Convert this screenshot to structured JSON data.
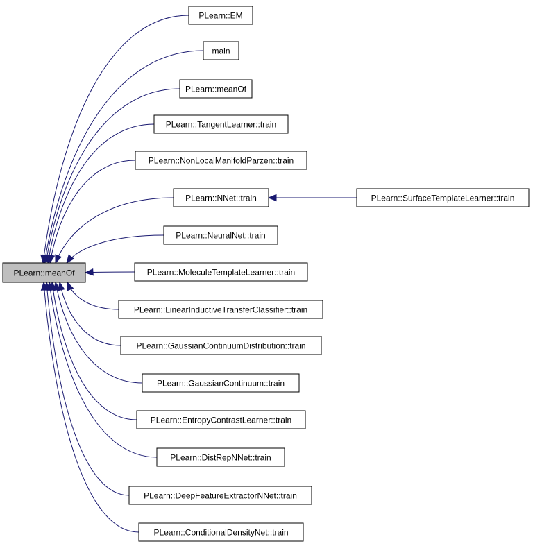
{
  "graph": {
    "root": {
      "label": "PLearn::meanOf"
    },
    "callers": [
      {
        "label": "PLearn::EM"
      },
      {
        "label": "main"
      },
      {
        "label": "PLearn::meanOf"
      },
      {
        "label": "PLearn::TangentLearner::train"
      },
      {
        "label": "PLearn::NonLocalManifoldParzen::train"
      },
      {
        "label": "PLearn::NNet::train"
      },
      {
        "label": "PLearn::NeuralNet::train"
      },
      {
        "label": "PLearn::MoleculeTemplateLearner::train"
      },
      {
        "label": "PLearn::LinearInductiveTransferClassifier::train"
      },
      {
        "label": "PLearn::GaussianContinuumDistribution::train"
      },
      {
        "label": "PLearn::GaussianContinuum::train"
      },
      {
        "label": "PLearn::EntropyContrastLearner::train"
      },
      {
        "label": "PLearn::DistRepNNet::train"
      },
      {
        "label": "PLearn::DeepFeatureExtractorNNet::train"
      },
      {
        "label": "PLearn::ConditionalDensityNet::train"
      }
    ],
    "secondary": [
      {
        "label": "PLearn::SurfaceTemplateLearner::train",
        "calls": "PLearn::NNet::train"
      }
    ],
    "colors": {
      "edge": "#191970",
      "root_fill": "#bfbfbf",
      "node_fill": "#ffffff",
      "node_border": "#000000"
    }
  }
}
